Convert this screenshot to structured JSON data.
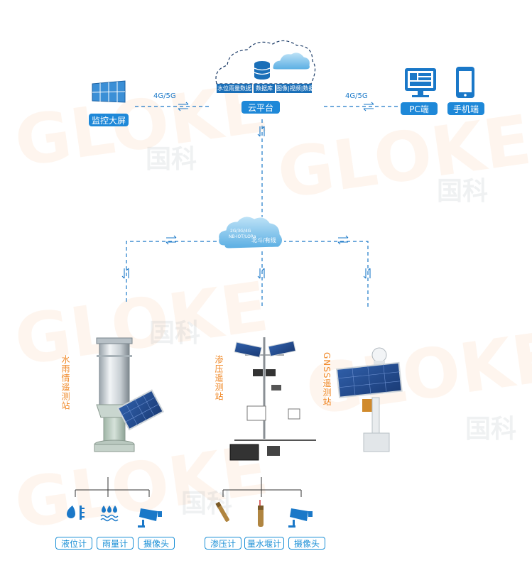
{
  "watermark": {
    "logo": "GLOKE",
    "text": "国科"
  },
  "cloud_platform": {
    "label": "云平台",
    "tags": [
      "水位雨量数据",
      "数据库",
      "图像|视频|数据"
    ]
  },
  "left_terminal": {
    "label": "监控大屏",
    "link": "4G/5G"
  },
  "right_terminals": {
    "link": "4G/5G",
    "pc_label": "PC端",
    "mobile_label": "手机端"
  },
  "network_cloud": {
    "line1": "2G/3G/4G",
    "line2": "NB-IOT/LORa",
    "line3": "北斗/有线"
  },
  "stations": [
    {
      "label": "水雨情遥测站"
    },
    {
      "label": "渗压遥测站"
    },
    {
      "label": "GNSS遥测站"
    }
  ],
  "left_devices": [
    {
      "label": "液位计"
    },
    {
      "label": "雨量计"
    },
    {
      "label": "摄像头"
    }
  ],
  "middle_devices": [
    {
      "label": "渗压计"
    },
    {
      "label": "量水堰计"
    },
    {
      "label": "摄像头"
    }
  ]
}
